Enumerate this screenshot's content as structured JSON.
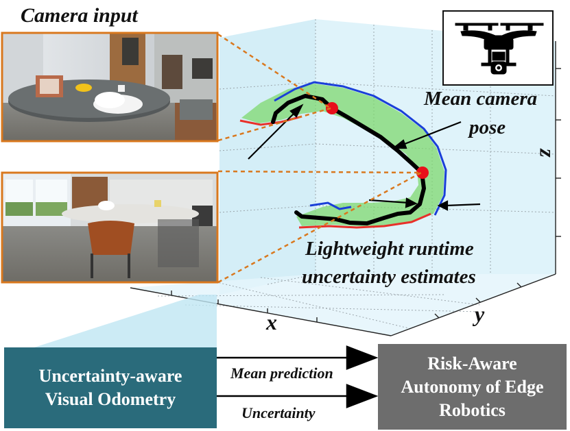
{
  "labels": {
    "camera_input": "Camera input",
    "mean_pose_line1": "Mean camera",
    "mean_pose_line2": "pose",
    "uncertainty_line1": "Lightweight runtime",
    "uncertainty_line2": "uncertainty estimates"
  },
  "axes": {
    "x": "x",
    "y": "y",
    "z": "z"
  },
  "boxes": {
    "vo": {
      "line1": "Uncertainty-aware",
      "line2": "Visual Odometry"
    },
    "risk": {
      "line1": "Risk-Aware",
      "line2": "Autonomy of Edge",
      "line3": "Robotics"
    }
  },
  "arrows": {
    "mean": "Mean prediction",
    "uncertainty": "Uncertainty"
  },
  "icons": [
    "drone-icon",
    "camera-frame-1",
    "camera-frame-2"
  ],
  "colors": {
    "vo_box": "#2a6b7b",
    "risk_box": "#6d6d6d",
    "frame_border": "#d9781e",
    "band_fill": "#7fd86f",
    "upper_bound": "#1a3fd8",
    "lower_bound": "#e8302a",
    "pose_dot": "#e8101a",
    "plot_background": "#d4eef8"
  }
}
